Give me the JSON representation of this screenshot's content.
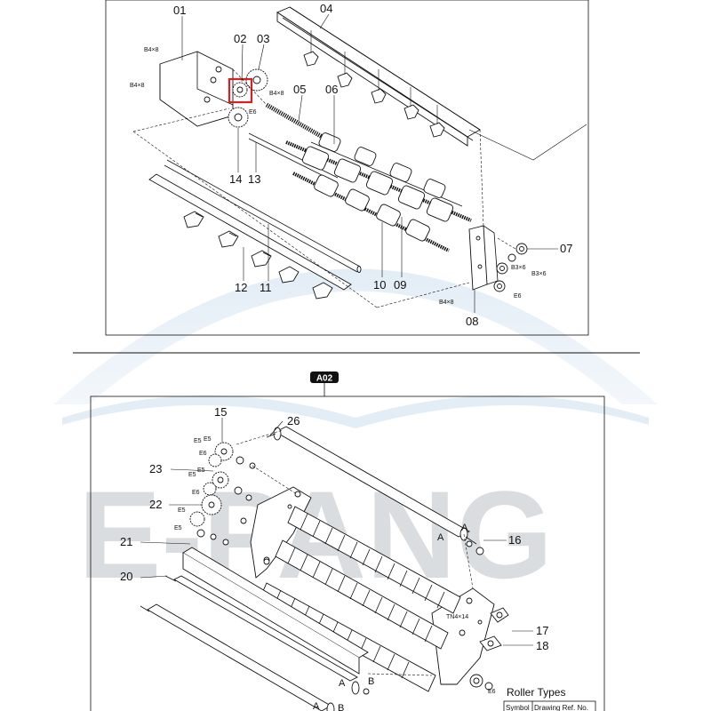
{
  "watermark": {
    "text": "E-PANG"
  },
  "section_badge": {
    "text": "A02"
  },
  "upper_callouts": [
    "01",
    "02",
    "03",
    "04",
    "05",
    "06",
    "07",
    "08",
    "09",
    "10",
    "11",
    "12",
    "13",
    "14"
  ],
  "lower_callouts": [
    "15",
    "16",
    "17",
    "18",
    "20",
    "21",
    "22",
    "23",
    "26"
  ],
  "fasteners": {
    "b4x8": "B4×8",
    "b3x6": "B3×6",
    "e6": "E6",
    "e5": "E5",
    "tn4x14": "TN4×14"
  },
  "shaft_marks": {
    "a": "A",
    "b": "B"
  },
  "roller_types": {
    "title": "Roller Types",
    "col_symbol": "Symbol",
    "col_drawing_ref": "Drawing Ref. No."
  }
}
